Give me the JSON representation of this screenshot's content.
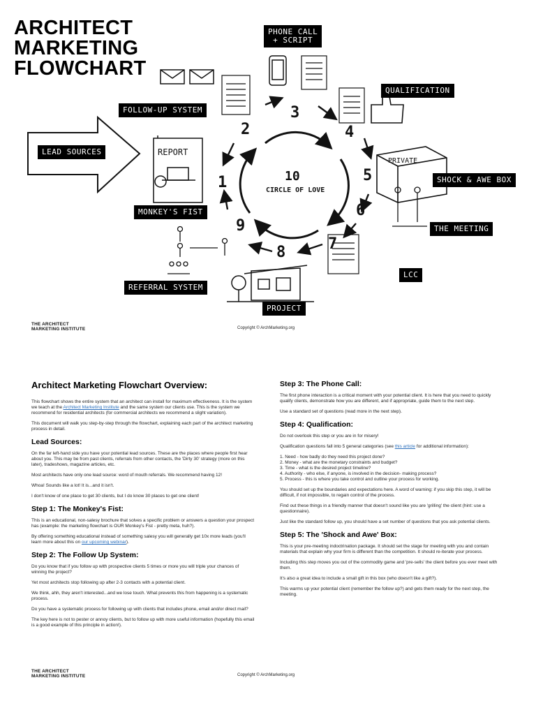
{
  "page1": {
    "title_lines": [
      "ARCHITECT",
      "MARKETING",
      "FLOWCHART"
    ],
    "labels": {
      "phone_call": "PHONE CALL\n+ SCRIPT",
      "qualification": "QUALIFICATION",
      "follow_up": "FOLLOW-UP SYSTEM",
      "lead_sources": "LEAD SOURCES",
      "shock_awe": "SHOCK & AWE BOX",
      "monkeys_fist": "MONKEY'S FIST",
      "the_meeting": "THE MEETING",
      "lcc": "LCC",
      "referral": "REFERRAL SYSTEM",
      "project": "PROJECT",
      "report": "REPORT",
      "private": "PRIVATE",
      "circle": "CIRCLE OF LOVE",
      "center_number": "10"
    },
    "step_numbers": [
      "1",
      "2",
      "3",
      "4",
      "5",
      "6",
      "7",
      "8",
      "9"
    ],
    "footer_org": [
      "THE ARCHITECT",
      "MARKETING INSTITUTE"
    ],
    "footer_copy": "Copyright © ArchMarketing.org"
  },
  "page2": {
    "heading": "Architect Marketing Flowchart Overview:",
    "intro": {
      "p1_a": "This flowchart shows the entire system that an architect can install for maximum effectiveness. It is the system we teach at the ",
      "p1_link": "Architect Marketing Institute",
      "p1_b": " and the same system our clients use. This is the system we recommend for residential architects (for commercial architects we recommend a slight variation).",
      "p2": "This document will walk you step-by-step through the flowchart, explaining each part of the architect marketing process in detail."
    },
    "lead": {
      "heading": "Lead Sources:",
      "p1": "On the far left-hand side you have your potential lead sources. These are the places where people first hear about you. This may be from past clients, referrals from other contacts, the 'Dirty 30' strategy (more on this later), tradeshows, magazine articles, etc.",
      "p2": "Most architects have only one lead source: word of mouth referrals. We recommend having 12!",
      "p3": "Whoa! Sounds like a lot! It is...and it isn't.",
      "p4": "I don't know of one place to get 30 clients, but I do know 30 places to get one client!"
    },
    "step1": {
      "heading": "Step 1: The Monkey's Fist:",
      "p1": "This is an educational, non-salesy brochure that solves a specific problem or answers a question your prospect has (example: the marketing flowchart is OUR Monkey's Fist - pretty meta, huh?).",
      "p2_a": "By offering something educational instead of something salesy you will generally get 10x more leads (you'll learn more about this on ",
      "p2_link": "our upcoming webinar",
      "p2_b": ")."
    },
    "step2": {
      "heading": "Step 2: The Follow Up System:",
      "p1": "Do you know that if you follow up with prospective clients 5 times or more you will triple your chances of winning the project?",
      "p2": "Yet most architects stop following up after 2-3 contacts with a potential client.",
      "p3": "We think, ahh, they aren't interested...and we lose touch. What prevents this from happening is a systematic process.",
      "p4": "Do you have a systematic process for following up with clients that includes phone, email and/or direct mail?",
      "p5": "The key here is not to pester or annoy clients, but to follow up with more useful information (hopefully this email is a good example of this principle in action!)."
    },
    "step3": {
      "heading": "Step 3: The Phone Call:",
      "p1": "The first phone interaction is a critical moment with your potential client. It is here that you need to quickly qualify clients, demonstrate how you are different, and if appropriate, guide them to the next step.",
      "p2": "Use a standard set of questions (read more in the next step)."
    },
    "step4": {
      "heading": "Step 4: Qualification:",
      "p1": "Do not overlook this step or you are in for misery!",
      "p2_a": "Qualification questions fall into 5 general categories (see ",
      "p2_link": "this article",
      "p2_b": " for additional information):",
      "list": [
        "1. Need - how badly do they need this project done?",
        "2. Money - what are the monetary constraints and budget?",
        "3. Time - what is the desired project timeline?",
        "4. Authority - who else, if anyone, is involved in the decision- making process?",
        "5. Process - this is where you take control and outline your process for working."
      ],
      "p3": "You should set up the boundaries and expectations here. A word of warning: if you skip this step, it will be difficult, if not impossible, to regain control of the process.",
      "p4": "Find out these things in a friendly manner that doesn't sound like you are 'grilling' the client (hint: use a questionnaire).",
      "p5": "Just like the standard follow up, you should have a set number of questions that you ask potential clients."
    },
    "step5": {
      "heading": "Step 5: The 'Shock and Awe' Box:",
      "p1": "This is your pre-meeting indoctrination package. It should set the stage for meeting with you and contain materials that explain why your firm is different than the competition. It should re-iterate your process.",
      "p2": "Including this step moves you out of the commodity game and 'pre-sells' the client before you ever meet with them.",
      "p3": "It's also a great idea to include a small gift in this box (who doesn't like a gift?).",
      "p4": "This warms up your potential client (remember the follow up?) and gets them ready for the next step, the meeting."
    },
    "footer_org": [
      "THE ARCHITECT",
      "MARKETING INSTITUTE"
    ],
    "footer_copy": "Copyright © ArchMarketing.org"
  }
}
